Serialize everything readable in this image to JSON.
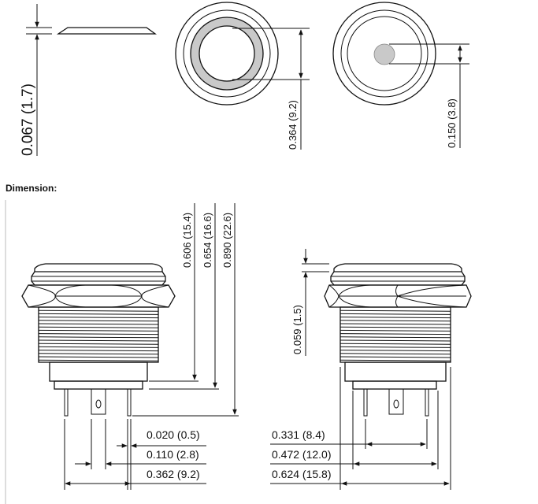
{
  "section_heading": "Dimension:",
  "top_views": {
    "cap_thickness": "0.067 (1.7)",
    "ring_diameter": "0.364 (9.2)",
    "dot_diameter": "0.150 (3.8)"
  },
  "front_view": {
    "height_1": "0.606 (15.4)",
    "height_2": "0.654 (16.6)",
    "height_3": "0.890 (22.6)",
    "terminal_width": "0.020 (0.5)",
    "terminal_spacing": "0.110 (2.8)",
    "overall_width": "0.362 (9.2)"
  },
  "side_view": {
    "cap_height": "0.059 (1.5)",
    "terminal_span": "0.331 (8.4)",
    "body_width": "0.472 (12.0)",
    "overall_width": "0.624 (15.8)"
  }
}
